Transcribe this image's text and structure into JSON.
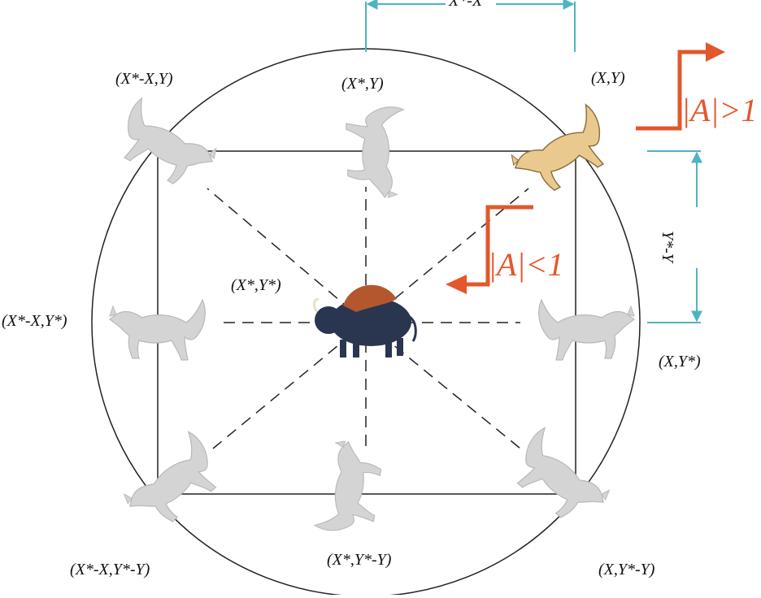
{
  "labels": {
    "top_left": "(X*-X,Y)",
    "top_center": "(X*,Y)",
    "top_right": "(X,Y)",
    "center": "(X*,Y*)",
    "mid_left": "(X*-X,Y*)",
    "mid_right": "(X,Y*)",
    "bottom_left": "(X*-X,Y*-Y)",
    "bottom_center": "(X*,Y*-Y)",
    "bottom_right": "(X,Y*-Y)"
  },
  "distances": {
    "horizontal": "X*-X",
    "vertical": "Y*-Y"
  },
  "conditions": {
    "explore": "|A|>1",
    "exploit": "|A|<1"
  },
  "colors": {
    "accent_orange": "#e2572b",
    "accent_cyan": "#4fb3c4",
    "line": "#222222",
    "wolf_gray": "#d4d4d4",
    "wolf_active": "#e9c98e",
    "bison_body": "#2a3550",
    "bison_hump": "#b5572e"
  },
  "icons": {
    "prey": "bison-icon",
    "hunter": "wolf-icon"
  }
}
